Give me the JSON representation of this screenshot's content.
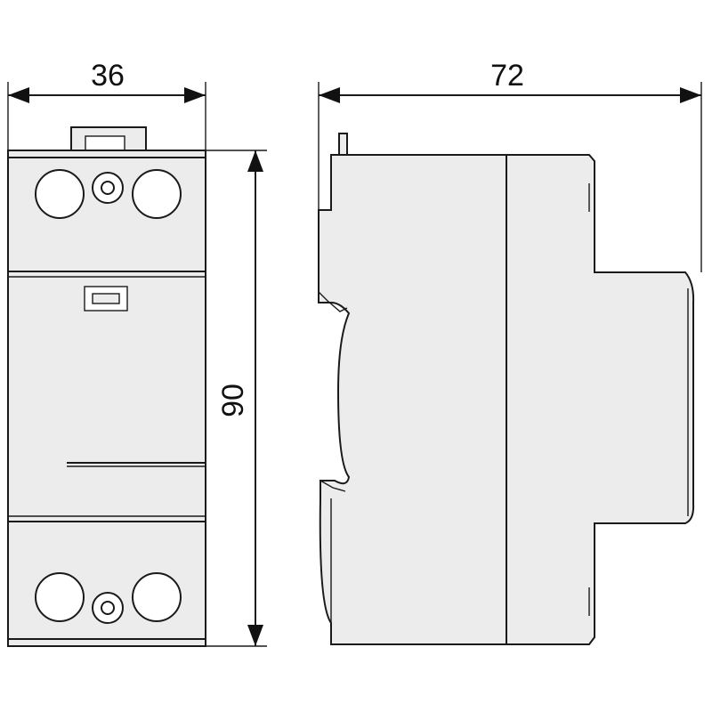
{
  "dimensions": {
    "width_front": "36",
    "depth_side": "72",
    "height": "90"
  },
  "colors": {
    "line": "#1a1a1a",
    "body_fill": "#ececec",
    "background": "#ffffff"
  }
}
